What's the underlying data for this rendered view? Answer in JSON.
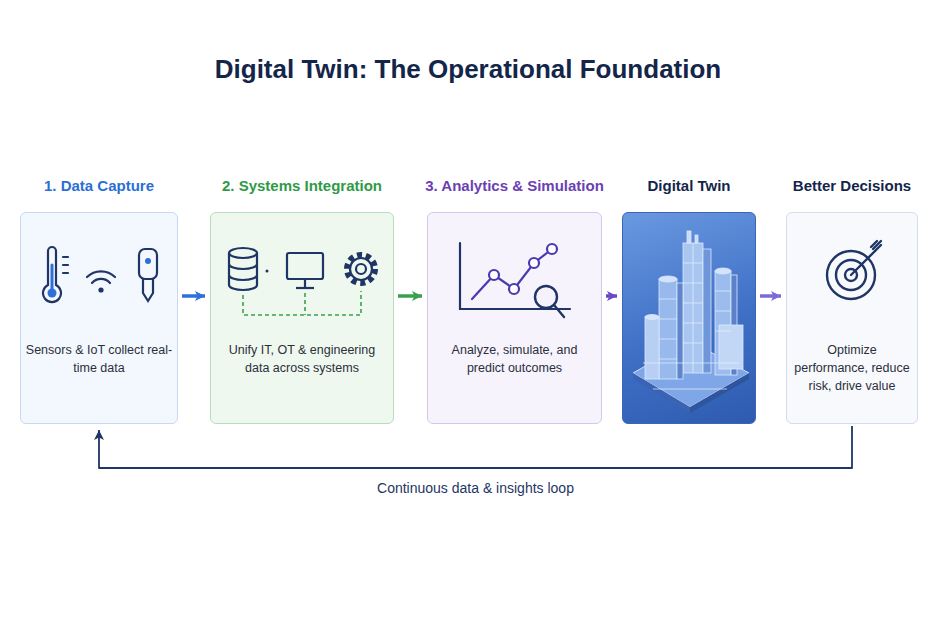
{
  "diagram": {
    "title": "Digital Twin: The Operational Foundation",
    "nodes": [
      {
        "text": [
          "1. Data Capture",
          "Sensors & IoT collect real-time data"
        ]
      },
      {
        "text": [
          "2. Systems Integration",
          "Unify IT, OT & engineering data across systems"
        ]
      },
      {
        "text": [
          "3. Analytics & Simulation",
          "Analyze, simulate, and predict outcomes"
        ]
      },
      {
        "text": [
          "Digital Twin"
        ]
      },
      {
        "text": [
          "Better Decisions",
          "Optimize performance, reduce risk, drive value"
        ]
      }
    ],
    "edges": [
      {
        "from": 0,
        "to": 1,
        "arrow": "to"
      },
      {
        "from": 1,
        "to": 2,
        "arrow": "to"
      },
      {
        "from": 2,
        "to": 3,
        "arrow": "to"
      },
      {
        "from": 3,
        "to": 4,
        "arrow": "to"
      },
      {
        "from": 4,
        "to": 0,
        "arrow": "to",
        "label": "Continuous data & insights loop"
      }
    ]
  }
}
